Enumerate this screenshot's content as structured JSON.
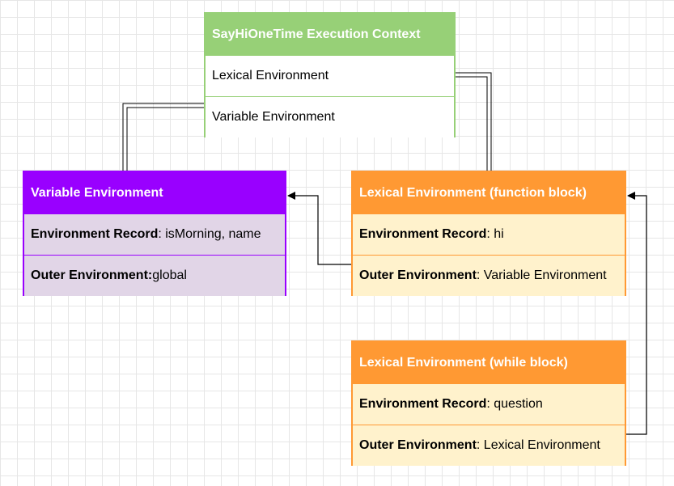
{
  "execution_context": {
    "title": "SayHiOneTime Execution Context",
    "rows": [
      "Lexical Environment",
      "Variable Environment"
    ]
  },
  "variable_environment": {
    "title": "Variable Environment",
    "record_label": "Environment Record",
    "record_value": ": isMorning, name",
    "outer_label": "Outer Environment:",
    "outer_value": " global"
  },
  "lexical_function_block": {
    "title": "Lexical Environment (function block)",
    "record_label": "Environment Record",
    "record_value": " : hi",
    "outer_label": "Outer Environment",
    "outer_value": ": Variable Environment"
  },
  "lexical_while_block": {
    "title": "Lexical Environment (while block)",
    "record_label": "Environment Record",
    "record_value": " : question",
    "outer_label": "Outer Environment",
    "outer_value": ": Lexical Environment"
  },
  "colors": {
    "context": "#97d077",
    "variable_env": "#9900ff",
    "variable_env_fill": "#e1d5e7",
    "lexical_env": "#ff9933",
    "lexical_env_fill": "#fff2cc",
    "grid": "#e6e6e6"
  }
}
